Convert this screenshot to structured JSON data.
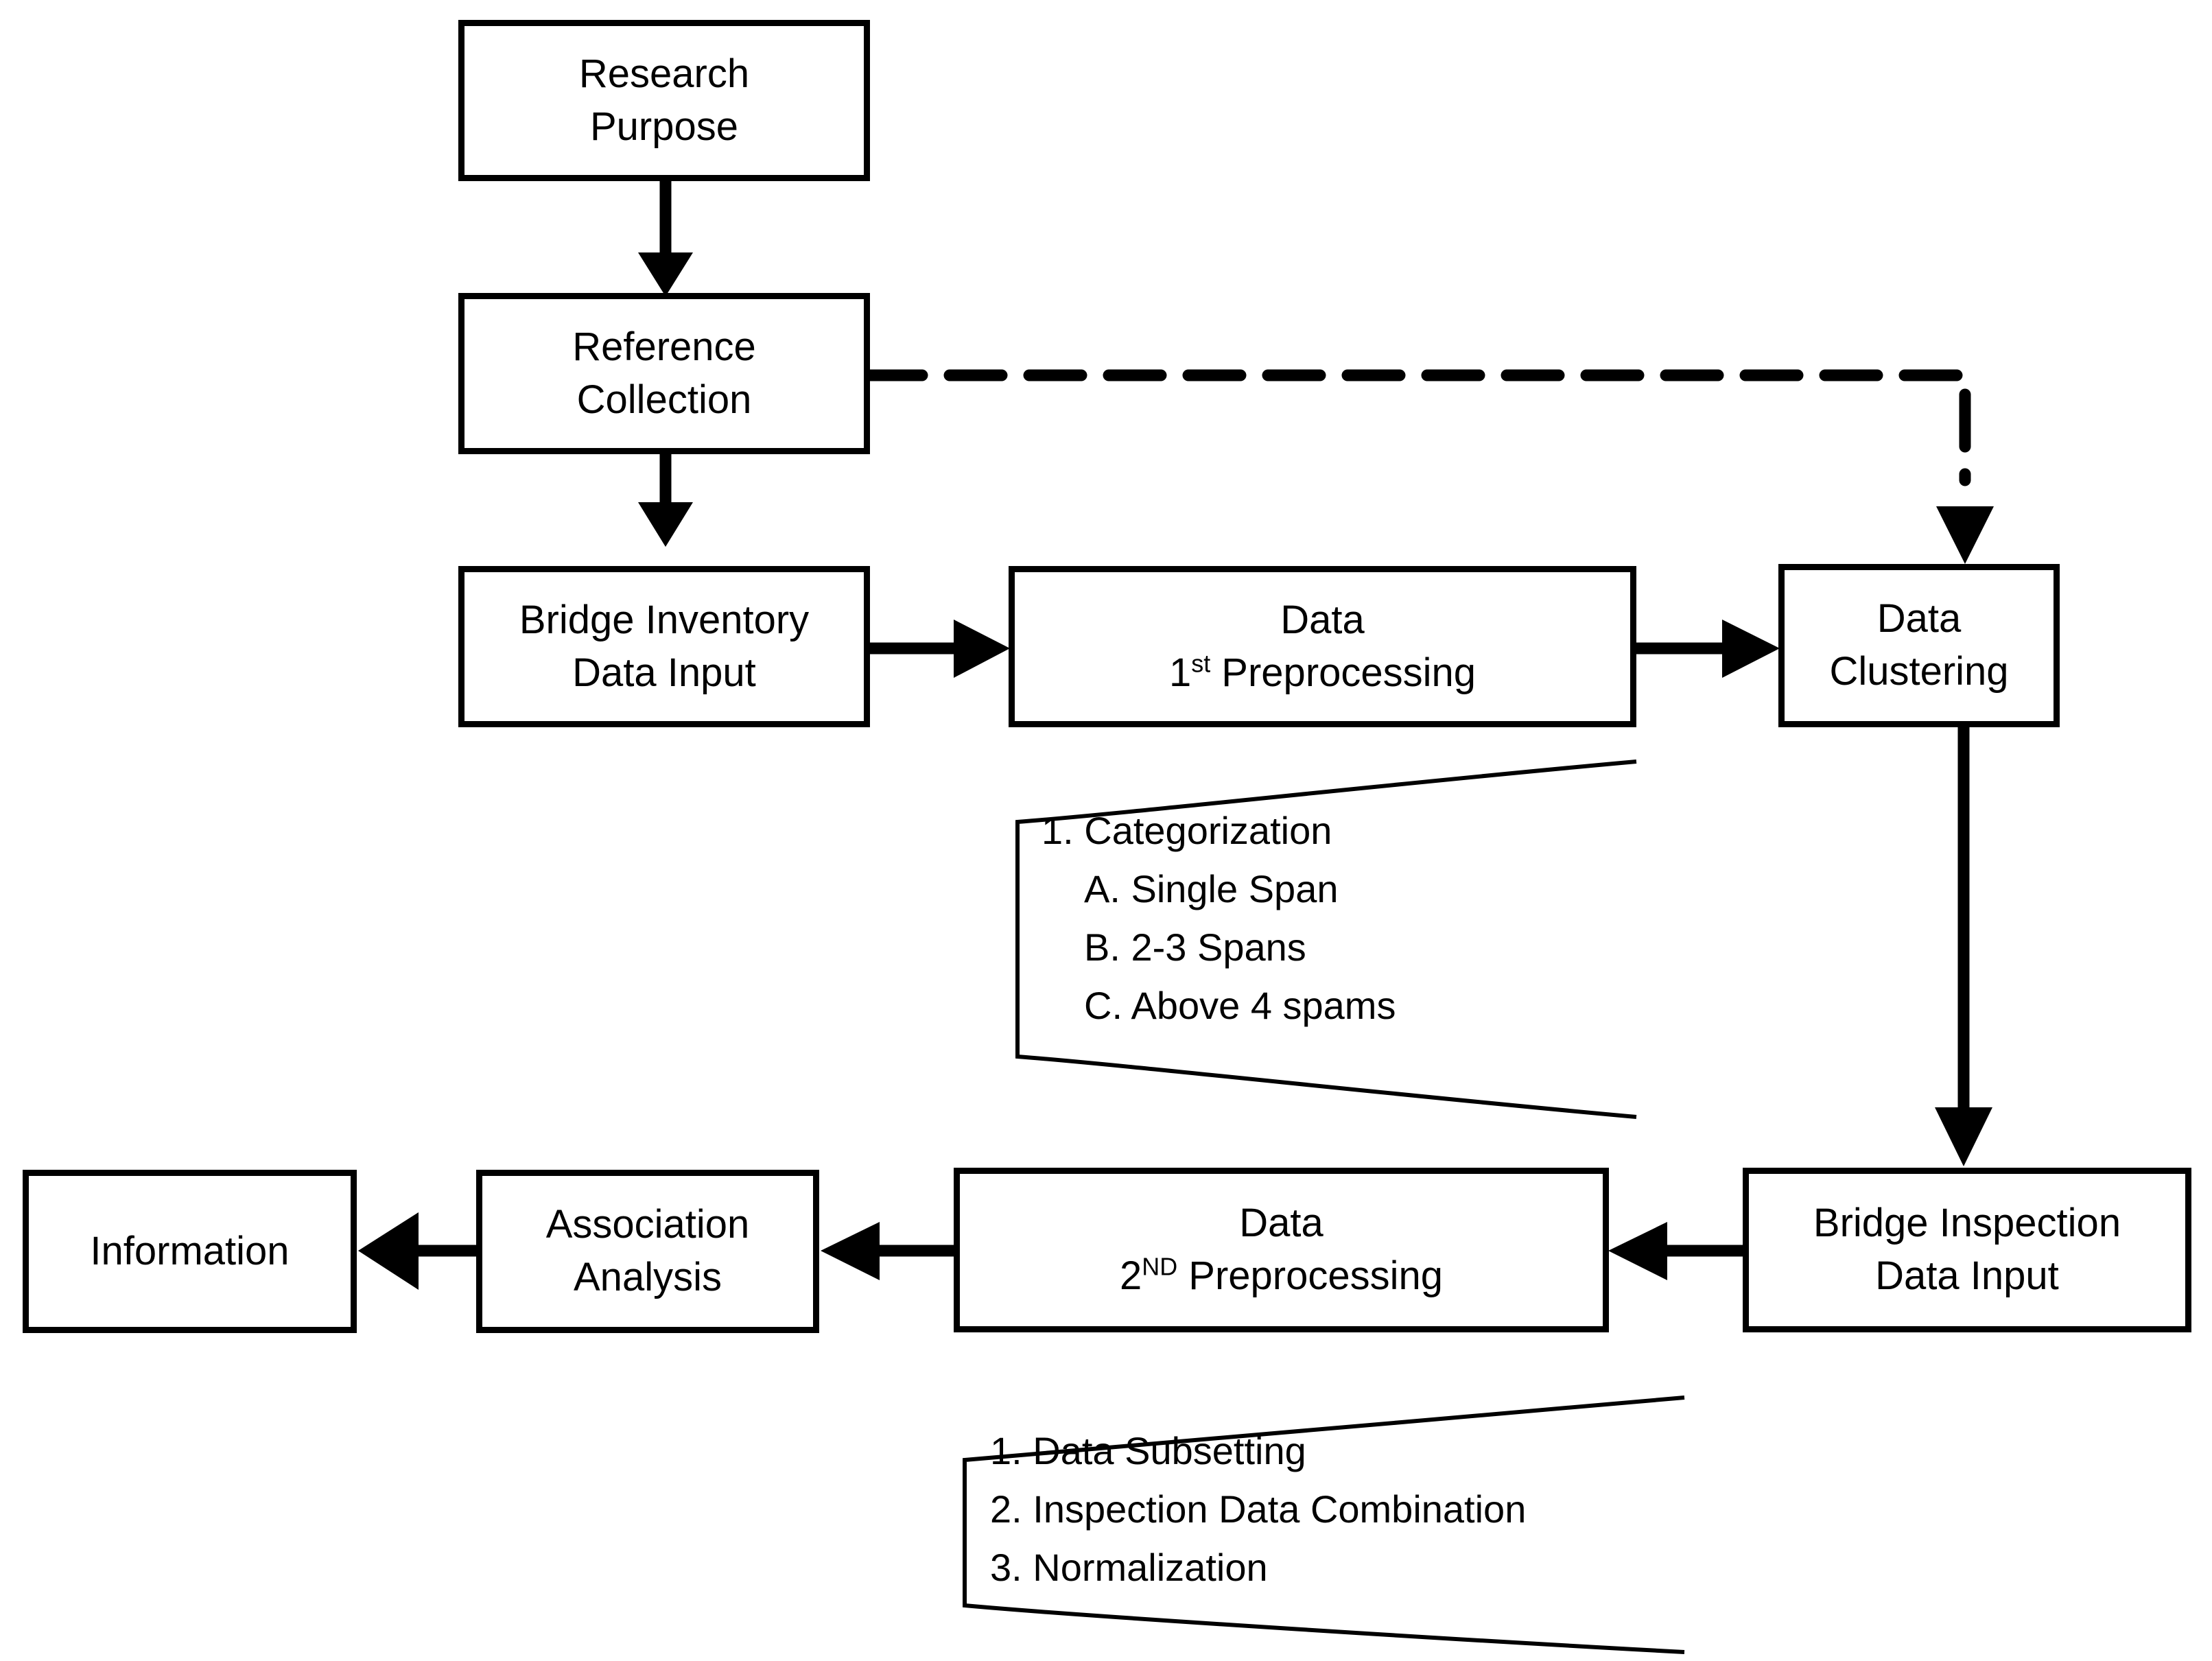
{
  "diagram": {
    "title": "Bridge data mining research flowchart",
    "stroke_color": "#000000",
    "background_color": "#ffffff",
    "nodes": [
      {
        "id": "research-purpose",
        "lines": [
          "Research",
          "Purpose"
        ]
      },
      {
        "id": "reference-collection",
        "lines": [
          "Reference",
          "Collection"
        ]
      },
      {
        "id": "bridge-inventory-input",
        "lines": [
          "Bridge Inventory",
          "Data Input"
        ]
      },
      {
        "id": "data-first-preprocessing",
        "lines": [
          "Data",
          "1st Preprocessing"
        ],
        "sup_line": 1,
        "sup_base": "1",
        "sup_text": "st",
        "sup_rest": " Preprocessing"
      },
      {
        "id": "data-clustering",
        "lines": [
          "Data",
          "Clustering"
        ]
      },
      {
        "id": "bridge-inspection-input",
        "lines": [
          "Bridge Inspection",
          "Data Input"
        ]
      },
      {
        "id": "data-second-preprocessing",
        "lines": [
          "Data",
          "2ND Preprocessing"
        ],
        "sup_line": 1,
        "sup_base": "2",
        "sup_text": "ND",
        "sup_rest": " Preprocessing"
      },
      {
        "id": "association-analysis",
        "lines": [
          "Association",
          "Analysis"
        ]
      },
      {
        "id": "information",
        "lines": [
          "Information"
        ]
      }
    ],
    "annotations": [
      {
        "id": "categorization-note",
        "items": [
          {
            "text": "1. Categorization",
            "indent": false
          },
          {
            "text": "A. Single Span",
            "indent": true
          },
          {
            "text": "B. 2-3 Spans",
            "indent": true
          },
          {
            "text": "C. Above 4 spams",
            "indent": true
          }
        ]
      },
      {
        "id": "second-preprocessing-note",
        "items": [
          {
            "text": "1. Data Subsetting",
            "indent": false
          },
          {
            "text": "2. Inspection Data Combination",
            "indent": false
          },
          {
            "text": "3. Normalization",
            "indent": false
          }
        ]
      }
    ],
    "connectors": [
      {
        "id": "research-to-reference",
        "style": "solid",
        "direction": "down"
      },
      {
        "id": "reference-to-inventory",
        "style": "solid",
        "direction": "down"
      },
      {
        "id": "reference-to-clustering",
        "style": "dashed",
        "direction": "down"
      },
      {
        "id": "inventory-to-first-preprocessing",
        "style": "solid",
        "direction": "right"
      },
      {
        "id": "first-preprocessing-to-clustering",
        "style": "solid",
        "direction": "right"
      },
      {
        "id": "clustering-to-inspection",
        "style": "solid",
        "direction": "down"
      },
      {
        "id": "inspection-to-second-preprocessing",
        "style": "solid",
        "direction": "left"
      },
      {
        "id": "second-preprocessing-to-association",
        "style": "solid",
        "direction": "left"
      },
      {
        "id": "association-to-information",
        "style": "solid",
        "direction": "left"
      }
    ]
  }
}
